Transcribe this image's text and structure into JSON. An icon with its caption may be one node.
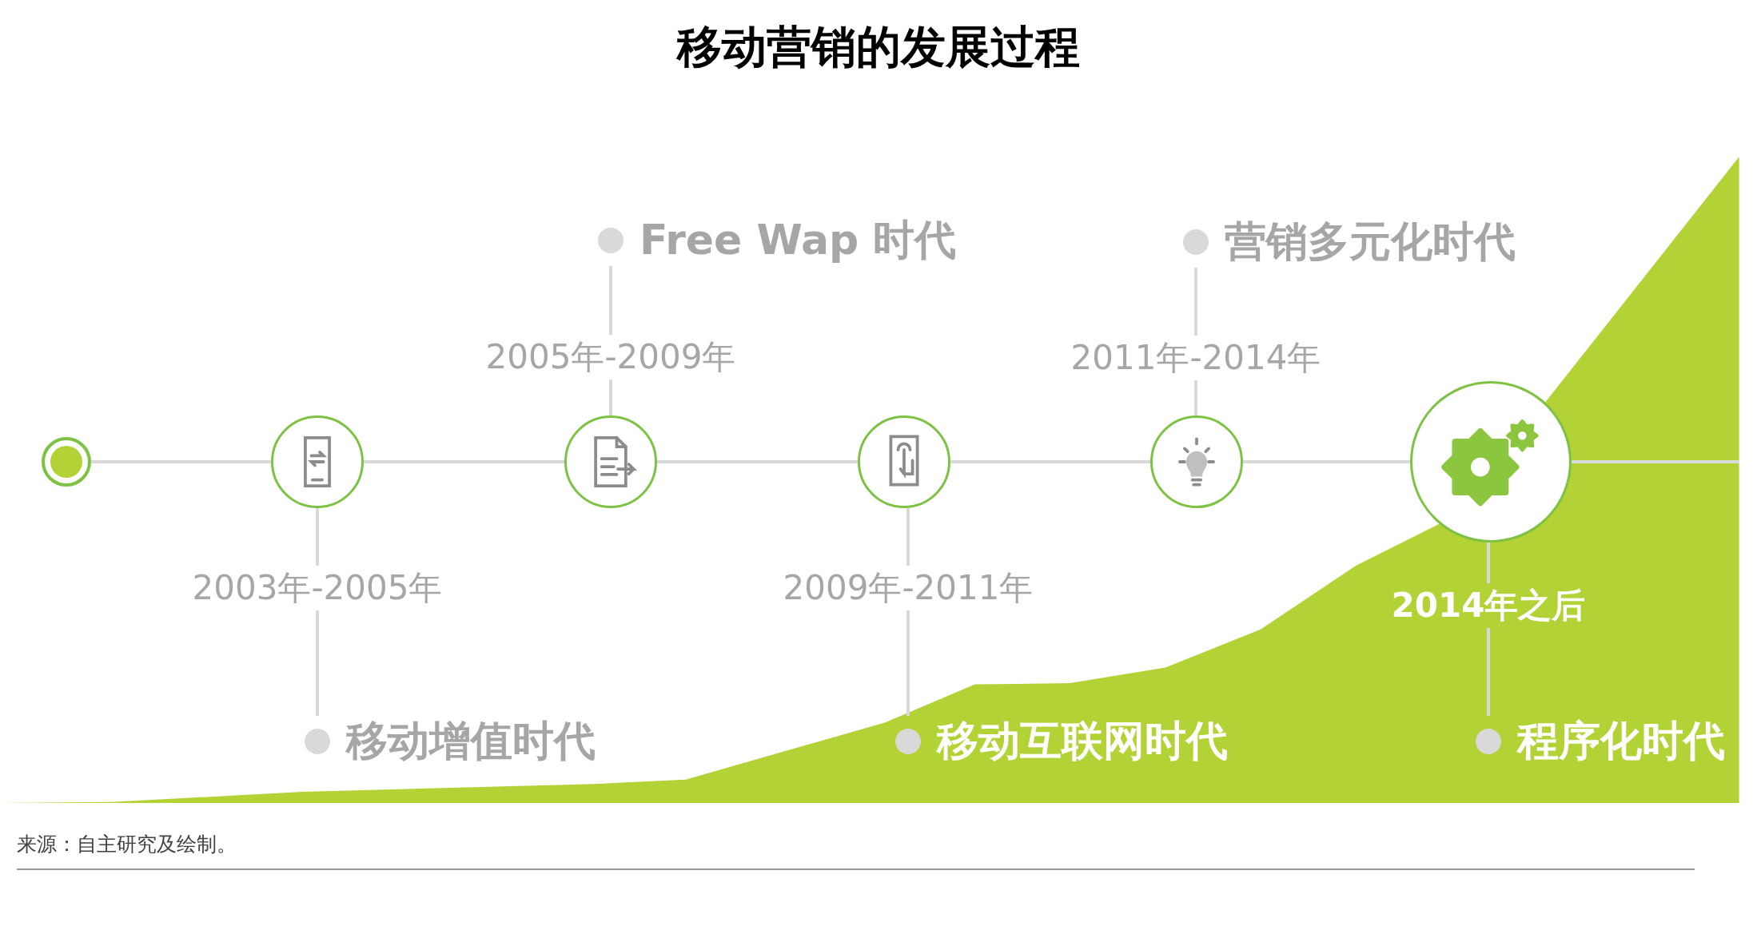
{
  "diagram": {
    "title": "移动营销的发展过程",
    "nodes": [
      {
        "text": [],
        "shape": "circle"
      },
      {
        "text": [],
        "shape": "circle"
      },
      {
        "text": [],
        "shape": "circle"
      },
      {
        "text": [],
        "shape": "circle"
      },
      {
        "text": [],
        "shape": "circle"
      },
      {
        "text": [],
        "shape": "circle"
      },
      {
        "text": [
          "移动增值时代"
        ]
      },
      {
        "text": [
          "Free Wap 时代"
        ]
      },
      {
        "text": [
          "移动互联网时代"
        ]
      },
      {
        "text": [
          "营销多元化时代"
        ]
      },
      {
        "text": [
          "程序化时代"
        ]
      }
    ],
    "edges": [
      {
        "from": 0,
        "to": 1,
        "arrow": "none"
      },
      {
        "from": 1,
        "to": 2,
        "arrow": "none"
      },
      {
        "from": 2,
        "to": 3,
        "arrow": "none"
      },
      {
        "from": 3,
        "to": 4,
        "arrow": "none"
      },
      {
        "from": 4,
        "to": 5,
        "arrow": "none"
      },
      {
        "from": 5,
        "to": null,
        "arrow": "none"
      },
      {
        "from": 1,
        "to": 6,
        "arrow": "none",
        "label": "2003年-2005年"
      },
      {
        "from": 2,
        "to": 7,
        "arrow": "none",
        "label": "2005年-2009年"
      },
      {
        "from": 3,
        "to": 8,
        "arrow": "none",
        "label": "2009年-2011年"
      },
      {
        "from": 4,
        "to": 9,
        "arrow": "none",
        "label": "2011年-2014年"
      },
      {
        "from": 5,
        "to": 10,
        "arrow": "none",
        "label": "2014年之后"
      }
    ],
    "labels": [
      "来源：自主研究及绘制。"
    ]
  }
}
